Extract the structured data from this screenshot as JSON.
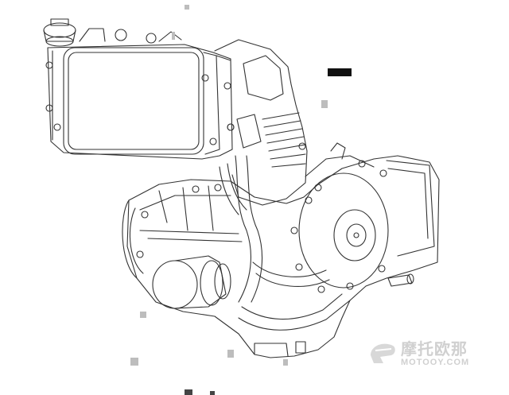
{
  "drawing": {
    "subject": "motorcycle-engine-line-drawing",
    "line_color": "#333333",
    "background": "#ffffff"
  },
  "watermark": {
    "cn_text": "摩托欧那",
    "en_text": "MOTOOY.COM",
    "color": "#d0d0d0"
  }
}
